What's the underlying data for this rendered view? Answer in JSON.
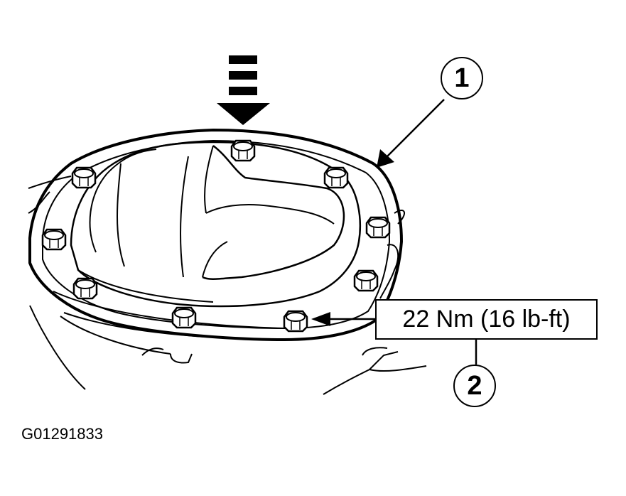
{
  "callouts": [
    {
      "number": "1"
    },
    {
      "number": "2"
    }
  ],
  "torque_spec": "22 Nm (16 lb-ft)",
  "figure_id": "G01291833",
  "icons": {
    "arrow": "install-direction-arrow-icon",
    "bolt": "hex-bolt-icon",
    "cover": "differential-cover-icon"
  },
  "colors": {
    "line": "#000000",
    "background": "#ffffff"
  }
}
